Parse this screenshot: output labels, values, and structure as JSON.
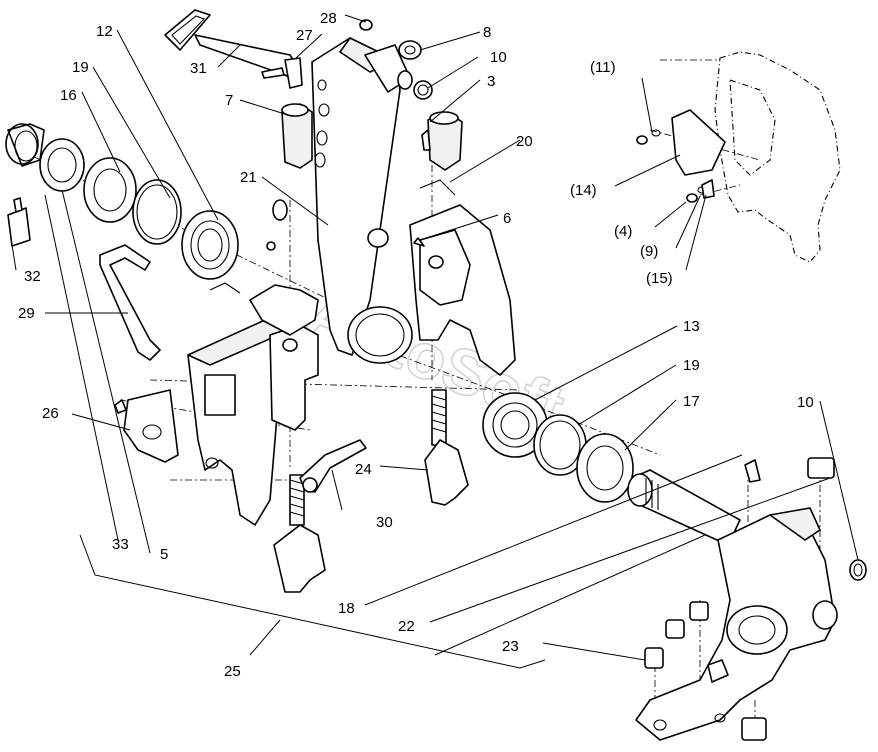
{
  "watermark": "AutoSoft",
  "part_labels": {
    "p3": "3",
    "p5": "5",
    "p6": "6",
    "p7": "7",
    "p8": "8",
    "p10a": "10",
    "p10b": "10",
    "p12": "12",
    "p13": "13",
    "p16": "16",
    "p17": "17",
    "p18": "18",
    "p19a": "19",
    "p19b": "19",
    "p20": "20",
    "p21": "21",
    "p22": "22",
    "p23": "23",
    "p24": "24",
    "p25": "25",
    "p26": "26",
    "p27": "27",
    "p28": "28",
    "p29": "29",
    "p30": "30",
    "p31": "31",
    "p32": "32",
    "p33": "33",
    "p4": "(4)",
    "p9": "(9)",
    "p11": "(11)",
    "p14": "(14)",
    "p15": "(15)"
  }
}
